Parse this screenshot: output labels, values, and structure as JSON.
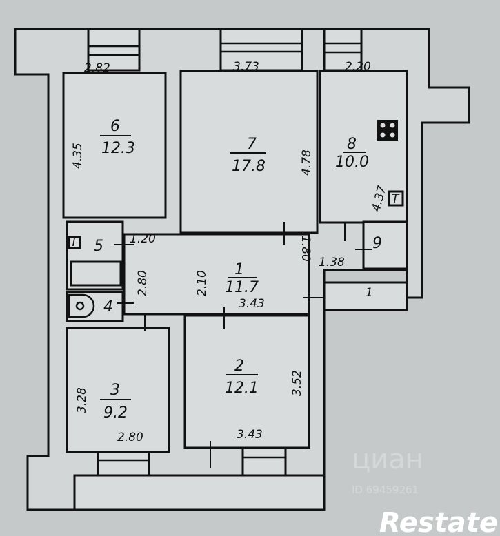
{
  "rooms": {
    "r6": {
      "number": "6",
      "area": "12.3",
      "width": "2.82",
      "length": "4.35"
    },
    "r7": {
      "number": "7",
      "area": "17.8",
      "width": "3.73",
      "length": "4.78"
    },
    "r8": {
      "number": "8",
      "area": "10.0",
      "width": "2.20",
      "length": "4.37"
    },
    "r9": {
      "number": "9"
    },
    "r5": {
      "number": "5",
      "width": "1.20"
    },
    "r4": {
      "number": "4",
      "length": "2.80"
    },
    "r1": {
      "number": "1",
      "area": "11.7",
      "width": "3.43",
      "length": "2.10",
      "extra_a": "1.80",
      "extra_b": "1.38"
    },
    "r3": {
      "number": "3",
      "area": "9.2",
      "width": "2.80",
      "length": "3.28"
    },
    "r2": {
      "number": "2",
      "area": "12.1",
      "width": "3.43",
      "length": "3.52"
    },
    "stair": "1"
  },
  "fixtures": {
    "stove": "stove-icon",
    "riser_kitchen": "T",
    "riser_bath": "T"
  },
  "watermark": {
    "brand": "циан",
    "id": "ID 69459261"
  },
  "logo": "Restate"
}
